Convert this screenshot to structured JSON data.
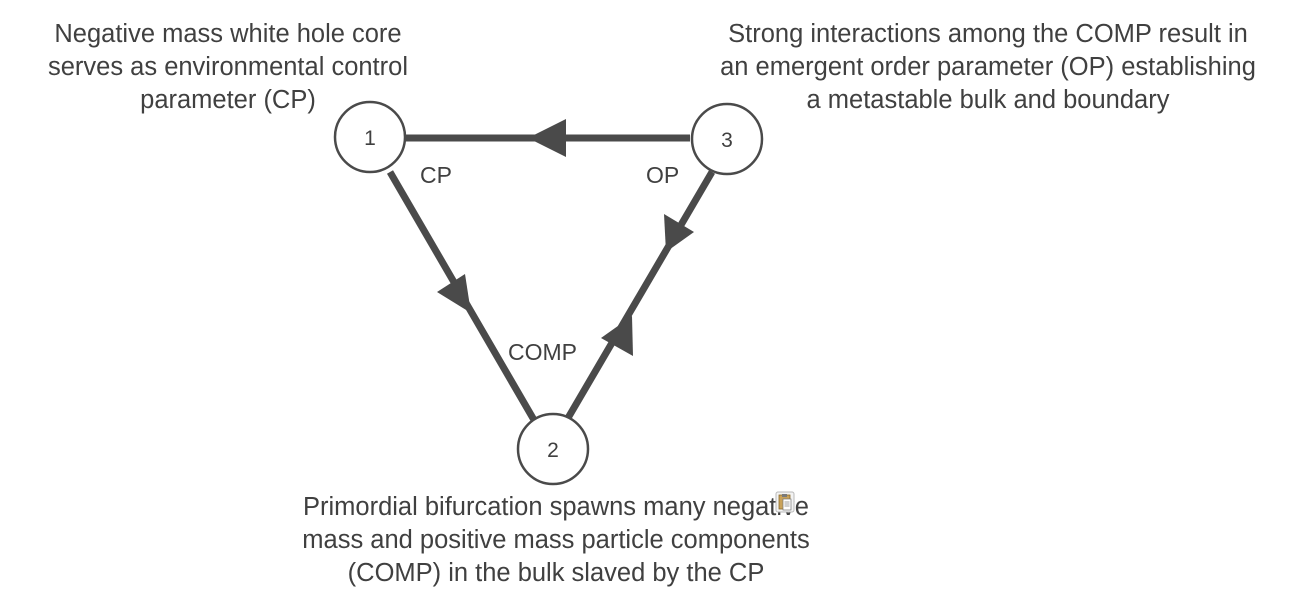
{
  "diagram": {
    "nodes": [
      {
        "id": "1",
        "label": "1"
      },
      {
        "id": "2",
        "label": "2"
      },
      {
        "id": "3",
        "label": "3"
      }
    ],
    "edges": [
      {
        "from": "1",
        "to": "2",
        "label": "CP"
      },
      {
        "from": "2",
        "to": "3",
        "label": "COMP"
      },
      {
        "from": "3",
        "to": "1",
        "label": "OP"
      }
    ],
    "captions": {
      "node1": [
        "Negative mass white hole core",
        "serves as environmental control",
        "parameter (CP)"
      ],
      "node2": [
        "Primordial bifurcation spawns many negative",
        "mass and positive mass particle components",
        "(COMP) in the bulk slaved by the CP"
      ],
      "node3": [
        "Strong interactions among the COMP result in",
        "an emergent order parameter (OP) establishing",
        "a metastable bulk and boundary"
      ]
    },
    "colors": {
      "line": "#4a4a4a",
      "text": "#404040",
      "background": "#ffffff"
    },
    "icons": {
      "paste_options": "clipboard-icon"
    }
  }
}
